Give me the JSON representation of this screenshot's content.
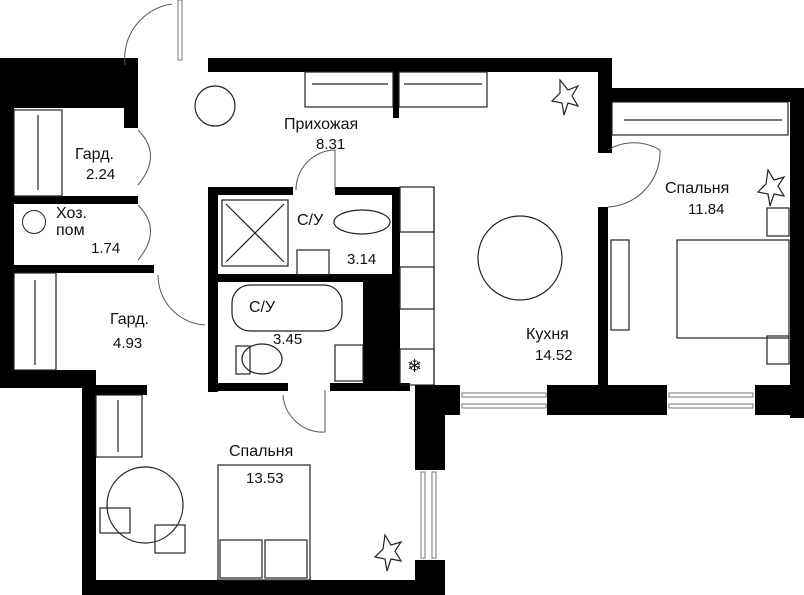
{
  "plan": {
    "colors": {
      "wall": "#000000",
      "line": "#333333",
      "background": "#ffffff"
    },
    "rooms": [
      {
        "id": "hallway",
        "name": "Прихожая",
        "area": "8.31"
      },
      {
        "id": "wardrobe-small",
        "name": "Гард.",
        "area": "2.24"
      },
      {
        "id": "utility",
        "name_line1": "Хоз.",
        "name_line2": "пом",
        "area": "1.74"
      },
      {
        "id": "bathroom-1",
        "name": "С/У",
        "area": "3.14"
      },
      {
        "id": "bathroom-2",
        "name": "С/У",
        "area": "3.45"
      },
      {
        "id": "wardrobe-large",
        "name": "Гард.",
        "area": "4.93"
      },
      {
        "id": "kitchen",
        "name": "Кухня",
        "area": "14.52"
      },
      {
        "id": "bedroom-right",
        "name": "Спальня",
        "area": "11.84"
      },
      {
        "id": "bedroom-bottom",
        "name": "Спальня",
        "area": "13.53"
      }
    ]
  }
}
